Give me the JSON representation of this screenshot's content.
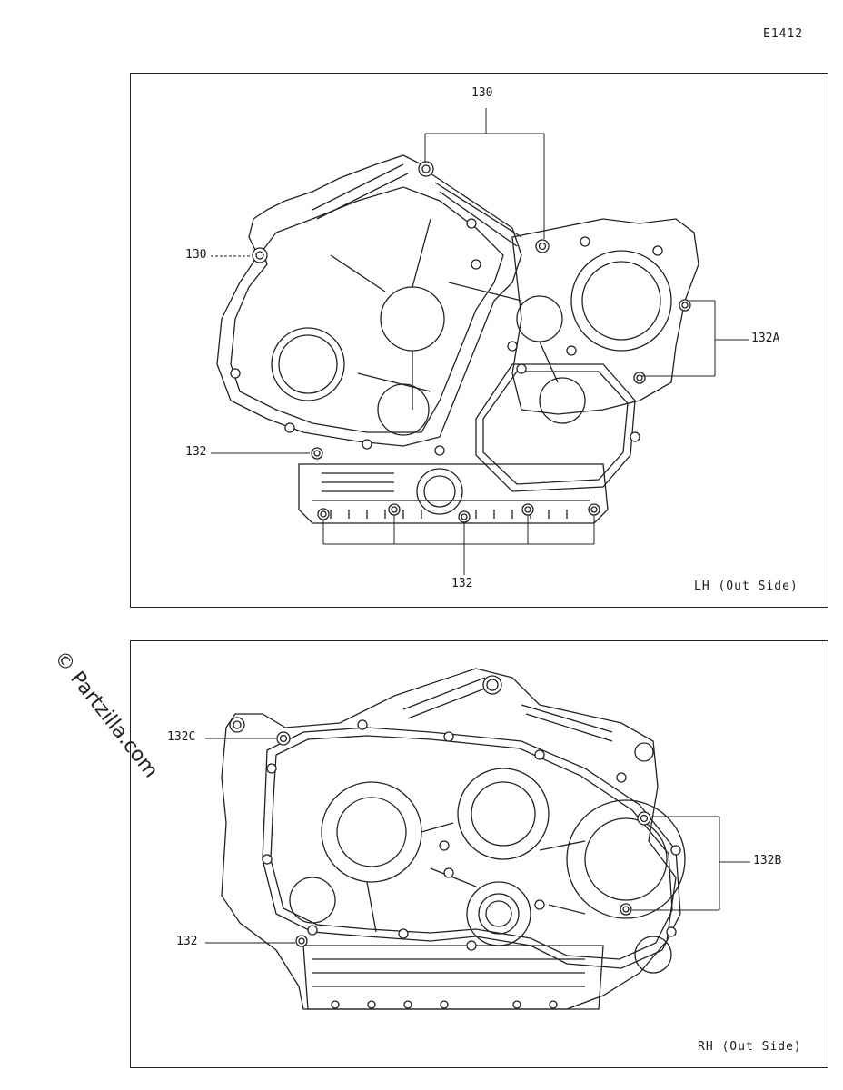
{
  "diagram_code": "E1412",
  "watermark": "© Partzilla.com",
  "panels": [
    {
      "caption": "LH (Out Side)",
      "callouts": [
        "130",
        "130",
        "132A",
        "132",
        "132"
      ]
    },
    {
      "caption": "RH (Out Side)",
      "callouts": [
        "132C",
        "132B",
        "132"
      ]
    }
  ]
}
